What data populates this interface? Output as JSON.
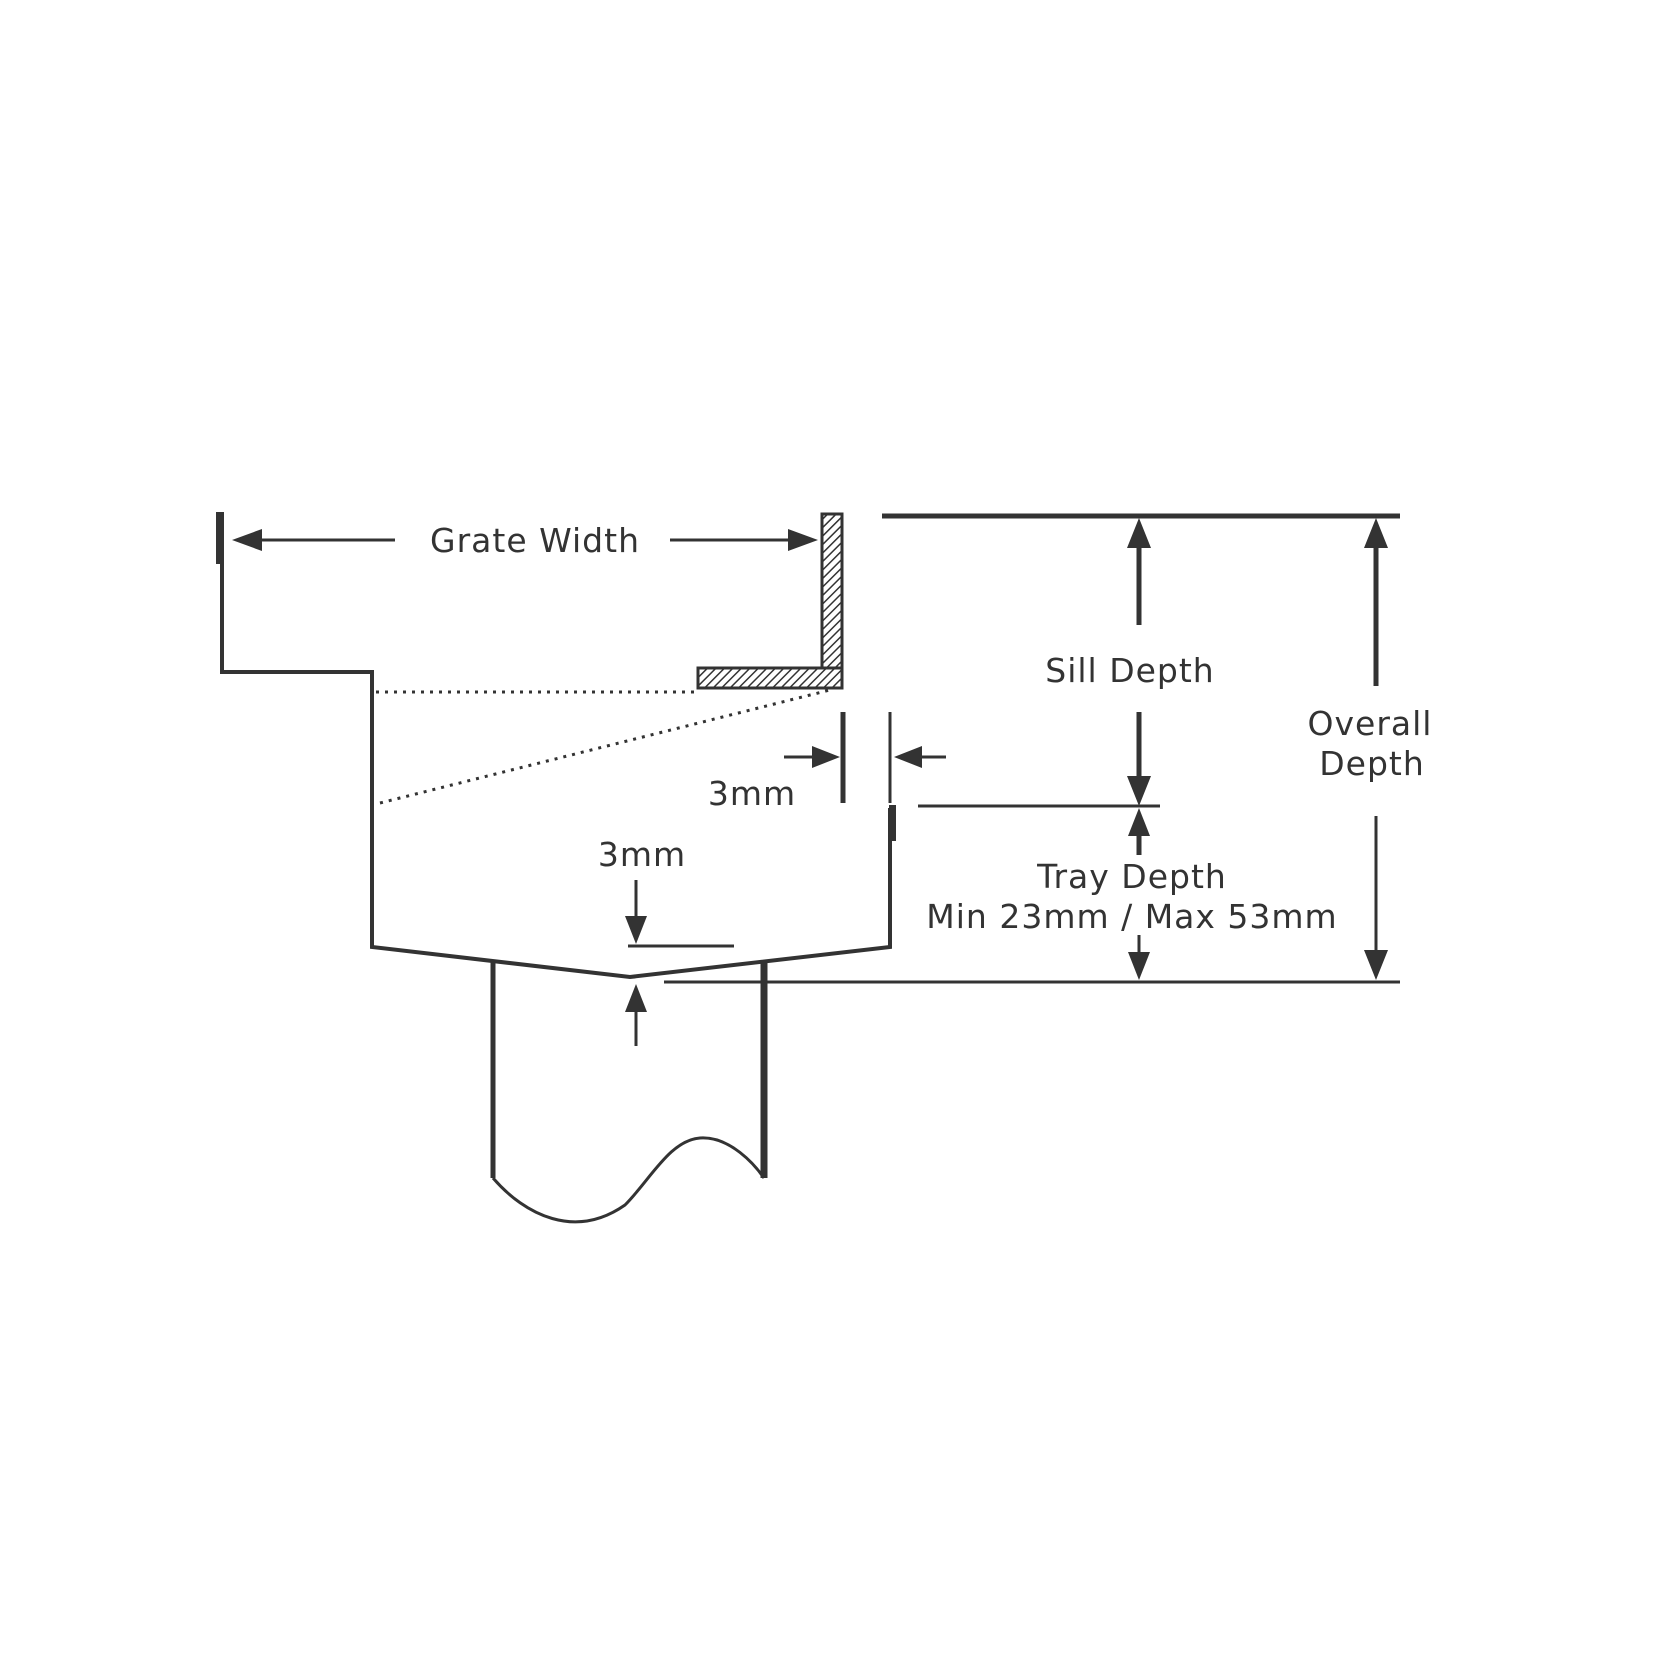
{
  "labels": {
    "grate_width": "Grate Width",
    "sill_depth": "Sill Depth",
    "overall_depth_line1": "Overall",
    "overall_depth_line2": "Depth",
    "gap_side": "3mm",
    "gap_bottom": "3mm",
    "tray_depth_line1": "Tray Depth",
    "tray_depth_line2": "Min 23mm / Max 53mm"
  },
  "colors": {
    "line": "#333333",
    "background": "#ffffff"
  }
}
